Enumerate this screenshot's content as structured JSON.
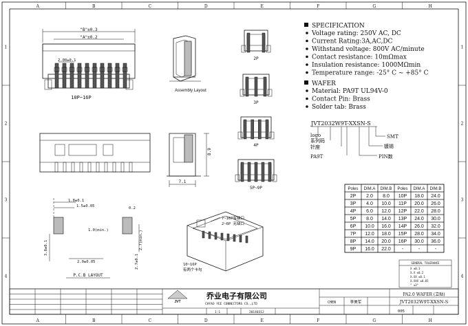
{
  "frame": {
    "col_labels": [
      "A",
      "B",
      "C",
      "D",
      "E",
      "F",
      "G",
      "H"
    ],
    "row_labels": [
      "1",
      "2",
      "3",
      "4"
    ]
  },
  "spec": {
    "heading1": "SPECIFICATION",
    "lines1": [
      "Voltage rating: 250V AC, DC",
      "Current Rating:3A,AC,DC",
      "Withstand voltage: 800V AC/minute",
      "Contact resistance: 10mΩmax",
      "Insulation resistance: 1000MΩmin",
      "Temperature range: -25° C ~ +85° C"
    ],
    "heading2": "WAFER",
    "lines2": [
      "Material: PA9T UL94V-0",
      "Contact Pin: Brass",
      "Solder tab: Brass"
    ]
  },
  "part_code": {
    "code": "JVT2032W9T-XXSN-S",
    "labels": [
      "logo",
      "系列码",
      "针座",
      "PA9T",
      "SMT",
      "镀锡",
      "PIN数"
    ]
  },
  "views": {
    "top_b": "\"B\"±0.3",
    "top_a": "\"A\"±0.2",
    "top_pitch": "2.00±0.1",
    "top_caption": "10P~16P",
    "assembly_caption": "Assembly Layout",
    "side_height": "8.9",
    "side_width": "7.1",
    "pcb_caption": "P.C.B LAYOUT",
    "pcb_dims": [
      "1.8±0.1",
      "1.5±0.05",
      "0.2",
      "1.0(min.)",
      "2.0±0.05",
      "2.7(min.)",
      "3.8±0.1",
      "2.7±0.1"
    ],
    "iso_notes": [
      "7~16P有缺口",
      "2~6P 无缺口",
      "10~16P",
      "有两个卡勾"
    ],
    "variant_labels": [
      "2P",
      "3P",
      "4P",
      "5P~9P"
    ]
  },
  "dim_table": {
    "headers": [
      "Poles",
      "DIM.A",
      "DIM.B",
      "Poles",
      "DIM.A",
      "DIM.B"
    ],
    "rows": [
      [
        "2P",
        "2.0",
        "8.0",
        "10P",
        "18.0",
        "24.0"
      ],
      [
        "3P",
        "4.0",
        "10.0",
        "11P",
        "20.0",
        "26.0"
      ],
      [
        "4P",
        "6.0",
        "12.0",
        "12P",
        "22.0",
        "28.0"
      ],
      [
        "5P",
        "8.0",
        "14.0",
        "13P",
        "24.0",
        "30.0"
      ],
      [
        "6P",
        "10.0",
        "16.0",
        "14P",
        "26.0",
        "32.0"
      ],
      [
        "7P",
        "12.0",
        "18.0",
        "15P",
        "28.0",
        "34.0"
      ],
      [
        "8P",
        "14.0",
        "20.0",
        "16P",
        "30.0",
        "36.0"
      ],
      [
        "9P",
        "16.0",
        "22.0",
        "-",
        "-",
        "-"
      ]
    ]
  },
  "tolerance": {
    "title": "GENERAL TOLERANCE",
    "rows": [
      "X    ±0.3",
      "X.X  ±0.2",
      "X.XX ±0.1",
      "X.XXX ±0.05",
      "°    ±3°"
    ]
  },
  "title_block": {
    "company_cn": "乔业电子有限公司",
    "company_en": "CHYAO YEE CONNECTORS CO.,LTD",
    "logo_text": "JVT",
    "drawn_by": "CHEN",
    "checked_by": "李美军",
    "scale": "1:1",
    "date": "20140312",
    "title": "PA2.0 WAFER (立贴)",
    "part_no": "JVT2032W9T-XXSN-S",
    "sheet": "005"
  }
}
